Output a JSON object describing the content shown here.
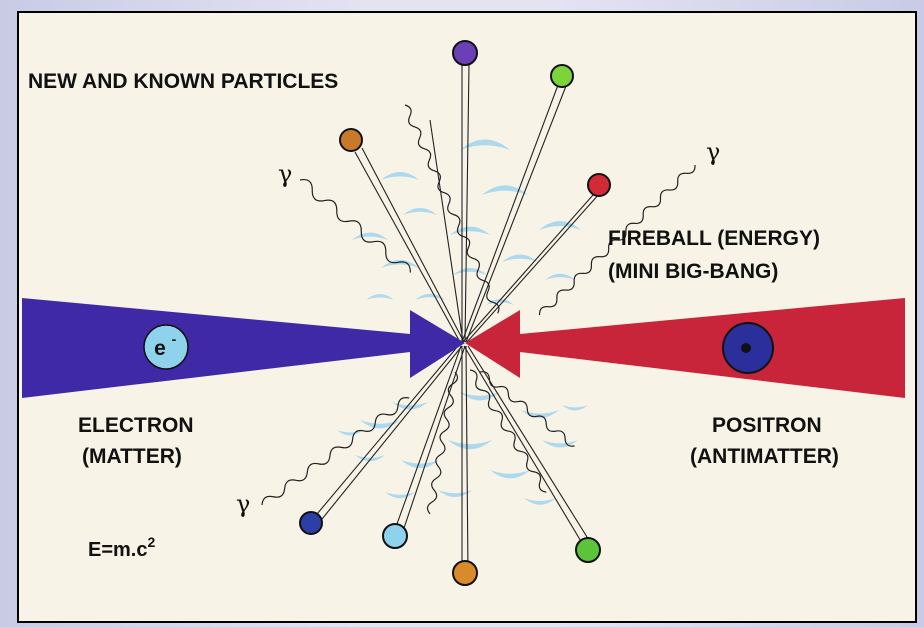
{
  "diagram": {
    "title": "NEW AND KNOWN PARTICLES",
    "fireball_label": "FIREBALL (ENERGY)",
    "fireball_sublabel": "(MINI BIG-BANG)",
    "electron": {
      "label": "ELECTRON",
      "sublabel": "(MATTER)",
      "symbol": "e",
      "charge": "-",
      "beam_color": "#3f29a6"
    },
    "positron": {
      "label": "POSITRON",
      "sublabel": "(ANTIMATTER)",
      "beam_color": "#c8243a"
    },
    "gamma_symbol": "γ",
    "equation": {
      "prefix": "E=m.c",
      "exponent": "2"
    },
    "plume_color": "#9fd3ef",
    "particle_colors": {
      "top": "#6a3fb8",
      "top_right": "#7cd43a",
      "upper_left": "#c87a28",
      "right_mid": "#d32a36",
      "bottom_left": "#2b3fa6",
      "bottom_cyan": "#8fd2ec",
      "bottom_center": "#d98a2a",
      "bottom_right": "#5cc438"
    }
  }
}
